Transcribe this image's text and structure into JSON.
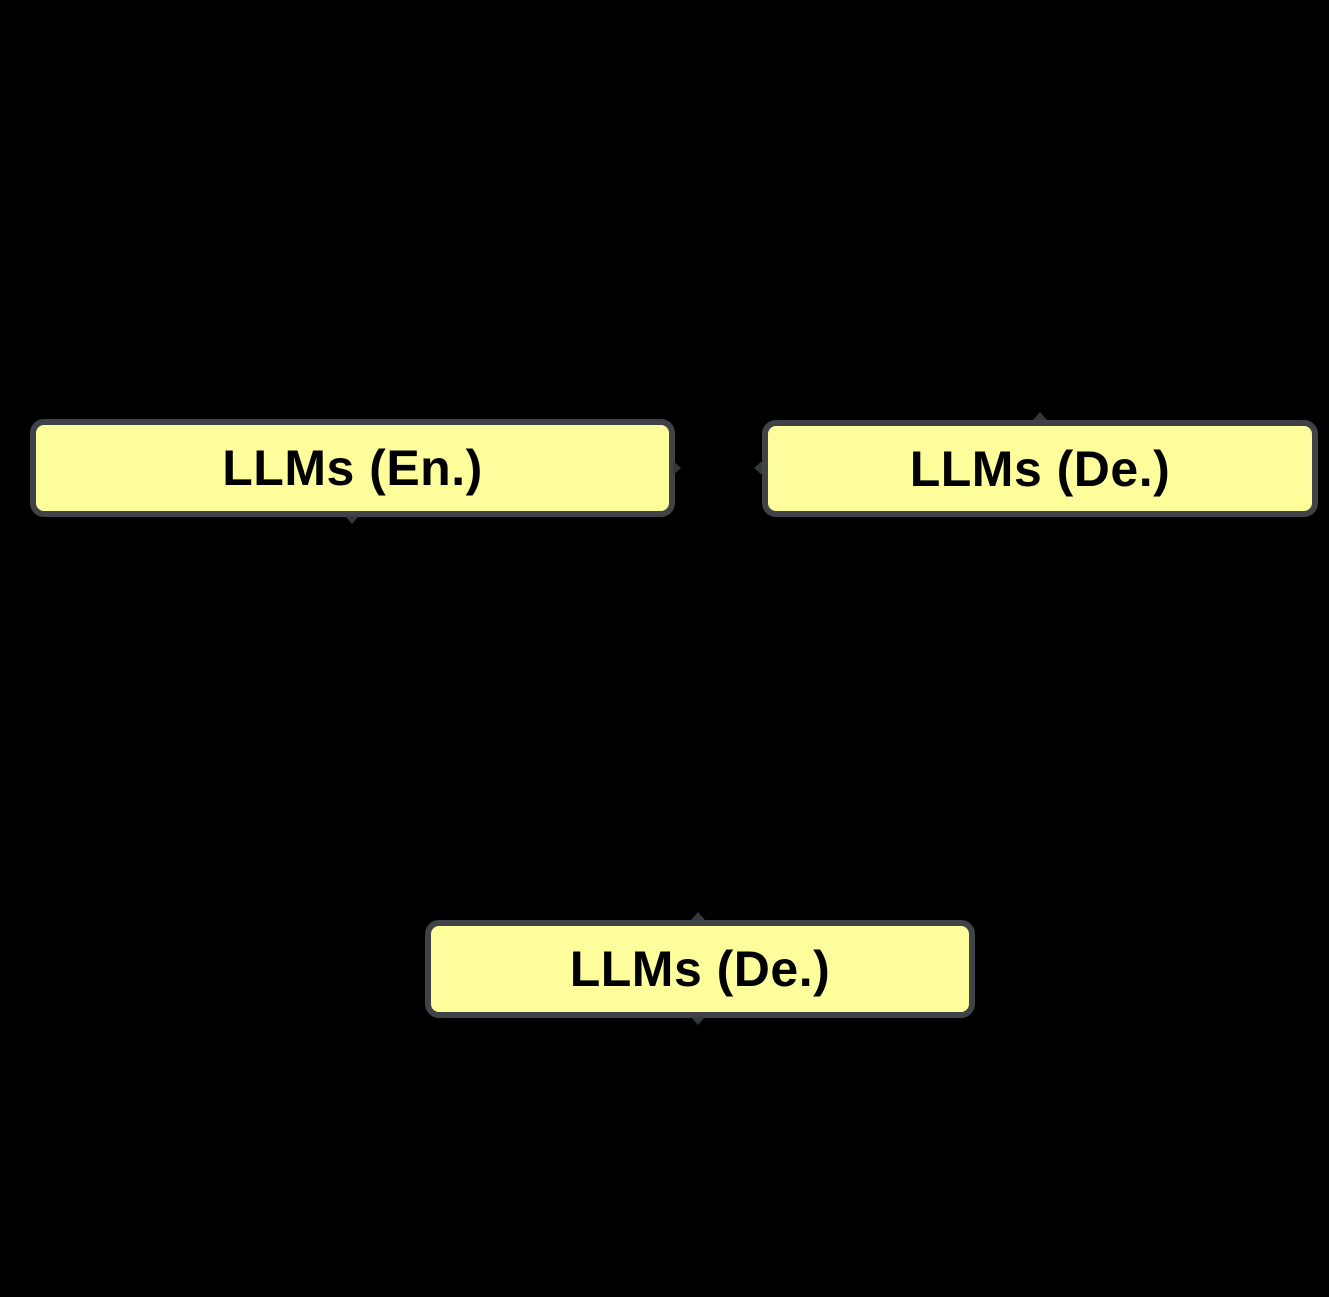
{
  "diagram": {
    "type": "flowchart-fragment",
    "background_color": "#000000",
    "node_fill_color": "#FDFD9B",
    "node_border_color": "#3F4347",
    "node_text_color": "#000000",
    "stub_color": "#35393C",
    "nodes": [
      {
        "id": "llms-en",
        "label": "LLMs (En.)"
      },
      {
        "id": "llms-de-top",
        "label": "LLMs (De.)"
      },
      {
        "id": "llms-de-bottom",
        "label": "LLMs (De.)"
      }
    ],
    "connector_stubs": [
      {
        "attach": "llms-en bottom-center",
        "direction": "down"
      },
      {
        "attach": "llms-en right-center",
        "direction": "right"
      },
      {
        "attach": "llms-de-top left-center",
        "direction": "left"
      },
      {
        "attach": "llms-de-top top-center",
        "direction": "up"
      },
      {
        "attach": "llms-de-bottom top-center",
        "direction": "up"
      },
      {
        "attach": "llms-de-bottom bottom-center",
        "direction": "down"
      }
    ]
  }
}
